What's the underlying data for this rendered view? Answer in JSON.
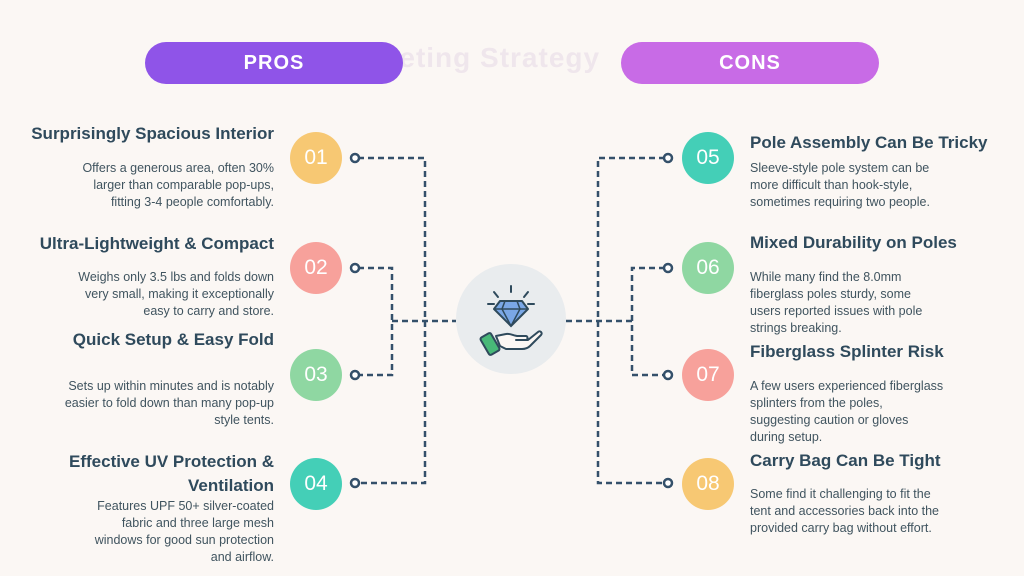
{
  "background_title": "Marketing Strategy",
  "pros_label": "PROS",
  "cons_label": "CONS",
  "center_icon": "diamond-hand-icon",
  "colors": {
    "pros_pill": "#8f54e8",
    "cons_pill": "#c86be6",
    "orange": "#f7c873",
    "pink": "#f7a19b",
    "green": "#8fd7a2",
    "teal": "#44cfb7",
    "line": "#34506a"
  },
  "pros": [
    {
      "num": "01",
      "title": "Surprisingly Spacious Interior",
      "desc": [
        "Offers a generous area, often 30%",
        "larger than comparable pop-ups,",
        "fitting 3-4 people comfortably."
      ],
      "color": "orange"
    },
    {
      "num": "02",
      "title": "Ultra-Lightweight & Compact",
      "desc": [
        "Weighs only 3.5 lbs and folds down",
        "very small, making it exceptionally",
        "easy to carry and store."
      ],
      "color": "pink"
    },
    {
      "num": "03",
      "title": "Quick Setup & Easy Fold",
      "desc": [
        "Sets up within minutes and is notably",
        "easier to fold down than many pop-up",
        "style tents."
      ],
      "color": "green"
    },
    {
      "num": "04",
      "title": [
        "Effective UV Protection &",
        "Ventilation"
      ],
      "desc": [
        "Features UPF 50+ silver-coated",
        "fabric and three large mesh",
        "windows for good sun protection",
        "and airflow."
      ],
      "color": "teal"
    }
  ],
  "cons": [
    {
      "num": "05",
      "title": "Pole Assembly Can Be Tricky",
      "desc": [
        "Sleeve-style pole system can be",
        "more difficult than hook-style,",
        "sometimes requiring two people."
      ],
      "color": "teal"
    },
    {
      "num": "06",
      "title": "Mixed Durability on Poles",
      "desc": [
        "While many find the 8.0mm",
        "fiberglass poles sturdy, some",
        "users reported issues with pole",
        "strings breaking."
      ],
      "color": "green"
    },
    {
      "num": "07",
      "title": "Fiberglass Splinter Risk",
      "desc": [
        "A few users experienced fiberglass",
        "splinters from the poles,",
        "suggesting caution or gloves",
        "during setup."
      ],
      "color": "pink"
    },
    {
      "num": "08",
      "title": "Carry Bag Can Be Tight",
      "desc": [
        "Some find it challenging to fit the",
        "tent and accessories back into the",
        "provided carry bag without effort."
      ],
      "color": "orange"
    }
  ]
}
